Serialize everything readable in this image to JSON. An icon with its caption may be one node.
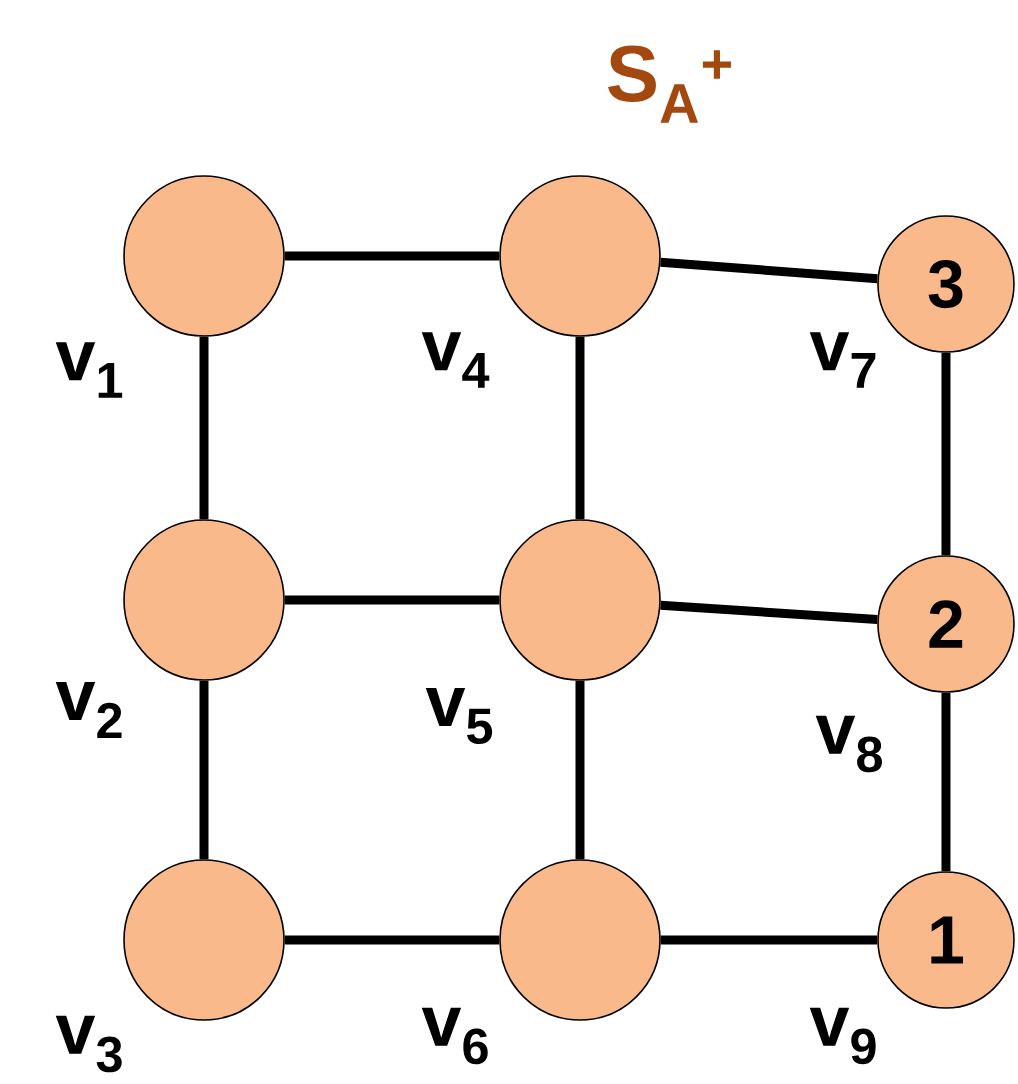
{
  "diagram": {
    "title": "S$_{A}$$^{+}$",
    "nodes": [
      {
        "text": [],
        "shape": "circle",
        "beside": [
          "v$_{1}$"
        ]
      },
      {
        "text": [],
        "shape": "circle",
        "beside": [
          "v$_{2}$"
        ]
      },
      {
        "text": [],
        "shape": "circle",
        "beside": [
          "v$_{3}$"
        ]
      },
      {
        "text": [],
        "shape": "circle",
        "beside": [
          "v$_{4}$"
        ]
      },
      {
        "text": [],
        "shape": "circle",
        "beside": [
          "v$_{5}$"
        ]
      },
      {
        "text": [],
        "shape": "circle",
        "beside": [
          "v$_{6}$"
        ]
      },
      {
        "text": [
          "3"
        ],
        "beside": [
          "v$_{7}$"
        ]
      },
      {
        "text": [
          "2"
        ],
        "beside": [
          "v$_{8}$"
        ]
      },
      {
        "text": [
          "1"
        ],
        "beside": [
          "v$_{9}$"
        ]
      }
    ],
    "edges": [
      {
        "from": 0,
        "to": 3,
        "arrow": "none"
      },
      {
        "from": 3,
        "to": 6,
        "arrow": "none"
      },
      {
        "from": 1,
        "to": 4,
        "arrow": "none"
      },
      {
        "from": 4,
        "to": 7,
        "arrow": "none"
      },
      {
        "from": 2,
        "to": 5,
        "arrow": "none"
      },
      {
        "from": 5,
        "to": 8,
        "arrow": "none"
      },
      {
        "from": 0,
        "to": 1,
        "arrow": "none"
      },
      {
        "from": 1,
        "to": 2,
        "arrow": "none"
      },
      {
        "from": 3,
        "to": 4,
        "arrow": "none"
      },
      {
        "from": 4,
        "to": 5,
        "arrow": "none"
      },
      {
        "from": 6,
        "to": 7,
        "arrow": "none"
      },
      {
        "from": 7,
        "to": 8,
        "arrow": "none"
      }
    ]
  }
}
